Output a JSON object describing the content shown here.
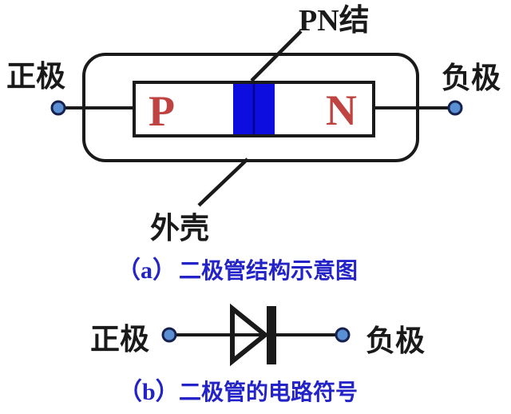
{
  "figure": {
    "title_implied": "diode structure and circuit symbol diagram",
    "colors": {
      "line_black": "#1a1a1a",
      "caption_blue": "#2323c8",
      "region_red": "#bf4340",
      "junction_blue": "#0d0de0",
      "junction_divider": "#000090",
      "terminal_fill": "#5b8fd4",
      "terminal_stroke": "#16224d"
    },
    "part_a": {
      "anode_label": "正极",
      "cathode_label": "负极",
      "pn_junction_label": "PN结",
      "case_label": "外壳",
      "p_region": "P",
      "n_region": "N",
      "caption_index": "（a）",
      "caption_text": "二极管结构示意图"
    },
    "part_b": {
      "anode_label": "正极",
      "cathode_label": "负极",
      "caption_index": "（b）",
      "caption_text": "二极管的电路符号"
    }
  }
}
